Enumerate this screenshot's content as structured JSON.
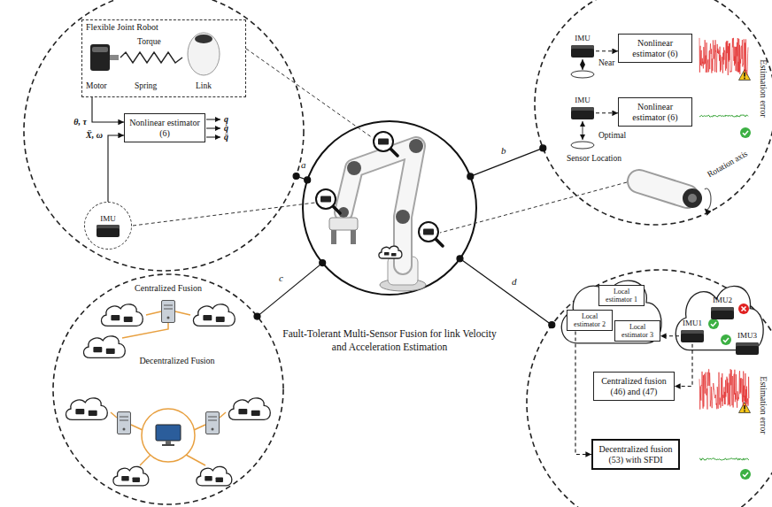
{
  "diagram": {
    "title": "Fault-Tolerant Multi-Sensor Fusion for link Velocity and Acceleration Estimation",
    "nodes": [
      {
        "text": [
          "Flexible Joint Robot"
        ]
      },
      {
        "text": [
          "Nonlinear estimator (6)"
        ]
      },
      {
        "text": [
          "IMU"
        ]
      },
      {
        "text": [
          "IMU"
        ]
      },
      {
        "text": [
          "Nonlinear estimator (6)"
        ]
      },
      {
        "text": [
          "IMU"
        ]
      },
      {
        "text": [
          "Nonlinear estimator (6)"
        ]
      },
      {
        "text": [
          "Local estimator 1"
        ]
      },
      {
        "text": [
          "Local estimator 2"
        ]
      },
      {
        "text": [
          "Local estimator 3"
        ]
      },
      {
        "text": [
          "IMU1"
        ]
      },
      {
        "text": [
          "IMU2"
        ]
      },
      {
        "text": [
          "IMU3"
        ]
      },
      {
        "text": [
          "Centralized fusion (46) and (47)"
        ]
      },
      {
        "text": [
          "Decentralized fusion (53) with SFDI"
        ]
      }
    ],
    "edges": [
      {
        "from": 0,
        "to": 1,
        "arrow": "to",
        "label": "θ, τ"
      },
      {
        "from": 2,
        "to": 1,
        "arrow": "to",
        "label": "Ẍ, ω"
      },
      {
        "from": 3,
        "to": 4,
        "arrow": "to"
      },
      {
        "from": 5,
        "to": 6,
        "arrow": "to"
      },
      {
        "from": 10,
        "to": 9,
        "arrow": "to"
      },
      {
        "from": 10,
        "to": 13,
        "arrow": "to"
      },
      {
        "from": 8,
        "to": 14,
        "arrow": "to"
      }
    ],
    "labels": [
      "a",
      "Torque",
      "Motor",
      "Spring",
      "Link",
      "q",
      "q̇",
      "q̈",
      "b",
      "Near",
      "Optimal",
      "Sensor Location",
      "Rotation axis",
      "Estimation error",
      "c",
      "Centralized Fusion",
      "Decentralized Fusion",
      "d",
      "Estimation error"
    ]
  }
}
